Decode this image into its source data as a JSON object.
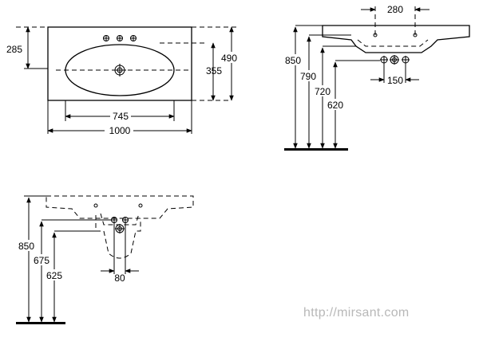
{
  "top_view": {
    "dims": {
      "width_1000": "1000",
      "bowl_745": "745",
      "tap_285": "285",
      "depth_355": "355",
      "depth_490": "490"
    }
  },
  "side_view_right": {
    "dims": {
      "h_850": "850",
      "h_790": "790",
      "h_720": "720",
      "h_620": "620",
      "w_280": "280",
      "w_150": "150"
    }
  },
  "side_view_left": {
    "dims": {
      "h_850": "850",
      "h_675": "675",
      "h_625": "625",
      "w_80": "80"
    }
  },
  "watermark": "http://mirsant.com"
}
